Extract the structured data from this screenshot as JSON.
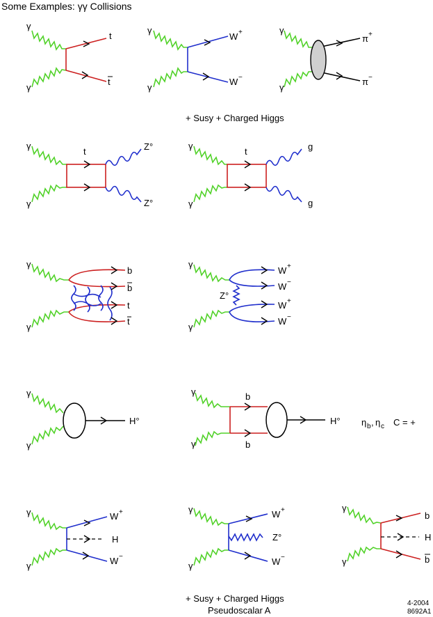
{
  "title": "Some Examples: γγ Collisions",
  "separators": {
    "row1": "+ Susy + Charged Higgs",
    "bottom_1": "+ Susy + Charged Higgs",
    "bottom_2": "Pseudoscalar A"
  },
  "footer": {
    "date": "4-2004",
    "code": "8692A1"
  },
  "labels": {
    "gamma": "γ",
    "t": "t",
    "tbar": "t",
    "b": "b",
    "bbar": "b",
    "wplus_base": "W",
    "wminus_base": "W",
    "plus": "+",
    "minus": "−",
    "piplus_base": "π",
    "piminus_base": "π",
    "z0": "Z°",
    "g": "g",
    "h0": "H°",
    "h": "H",
    "eta_b": "η",
    "eta_b_sub": "b",
    "eta_c": "η",
    "eta_c_sub": "c",
    "comma": ",",
    "c_equals": "C = +"
  },
  "colors": {
    "photon": "#52d22a",
    "quark": "#cc1f1f",
    "weak_boson": "#1f2ecc",
    "blob": "#d0d0d0"
  }
}
